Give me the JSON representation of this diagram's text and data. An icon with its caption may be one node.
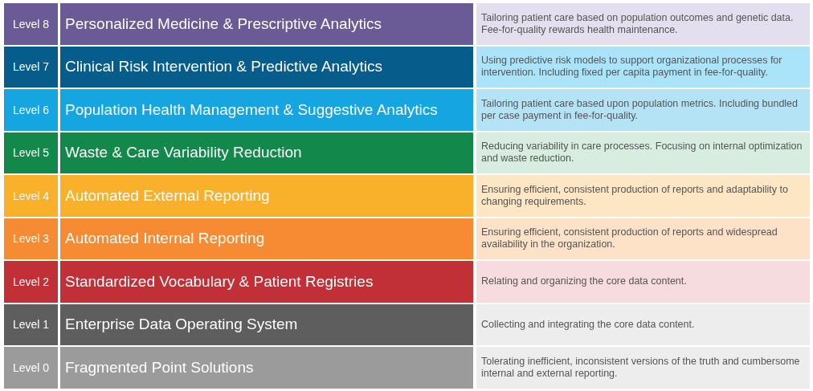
{
  "diagram": {
    "nodes": [
      {
        "text": [
          "Level 8"
        ]
      },
      {
        "text": [
          "Personalized Medicine & Prescriptive Analytics"
        ]
      },
      {
        "text": [
          "Tailoring patient care based on population outcomes and genetic data. Fee-for-quality rewards health maintenance."
        ]
      },
      {
        "text": [
          "Level 7"
        ]
      },
      {
        "text": [
          "Clinical Risk Intervention & Predictive Analytics"
        ]
      },
      {
        "text": [
          "Using predictive risk models to support organizational processes for intervention. Including fixed per capita payment in fee-for-quality."
        ]
      },
      {
        "text": [
          "Level 6"
        ]
      },
      {
        "text": [
          "Population Health Management & Suggestive Analytics"
        ]
      },
      {
        "text": [
          "Tailoring patient care based upon population metrics. Including bundled per case payment in fee-for-quality."
        ]
      },
      {
        "text": [
          "Level 5"
        ]
      },
      {
        "text": [
          "Waste & Care Variability Reduction"
        ]
      },
      {
        "text": [
          "Reducing variability in care processes. Focusing on internal optimization and waste reduction."
        ]
      },
      {
        "text": [
          "Level 4"
        ]
      },
      {
        "text": [
          "Automated External Reporting"
        ]
      },
      {
        "text": [
          "Ensuring efficient, consistent production of reports and adaptability to changing requirements."
        ]
      },
      {
        "text": [
          "Level 3"
        ]
      },
      {
        "text": [
          "Automated Internal Reporting"
        ]
      },
      {
        "text": [
          "Ensuring efficient, consistent production of reports and widespread availability in the organization."
        ]
      },
      {
        "text": [
          "Level 2"
        ]
      },
      {
        "text": [
          "Standardized Vocabulary & Patient Registries"
        ]
      },
      {
        "text": [
          "Relating and organizing the core data content."
        ]
      },
      {
        "text": [
          "Level 1"
        ]
      },
      {
        "text": [
          "Enterprise Data Operating System"
        ]
      },
      {
        "text": [
          "Collecting and integrating the core data content."
        ]
      },
      {
        "text": [
          "Level 0"
        ]
      },
      {
        "text": [
          "Fragmented Point Solutions"
        ]
      },
      {
        "text": [
          "Tolerating inefficient, inconsistent versions of the truth and cumbersome internal and external reporting."
        ]
      }
    ]
  }
}
